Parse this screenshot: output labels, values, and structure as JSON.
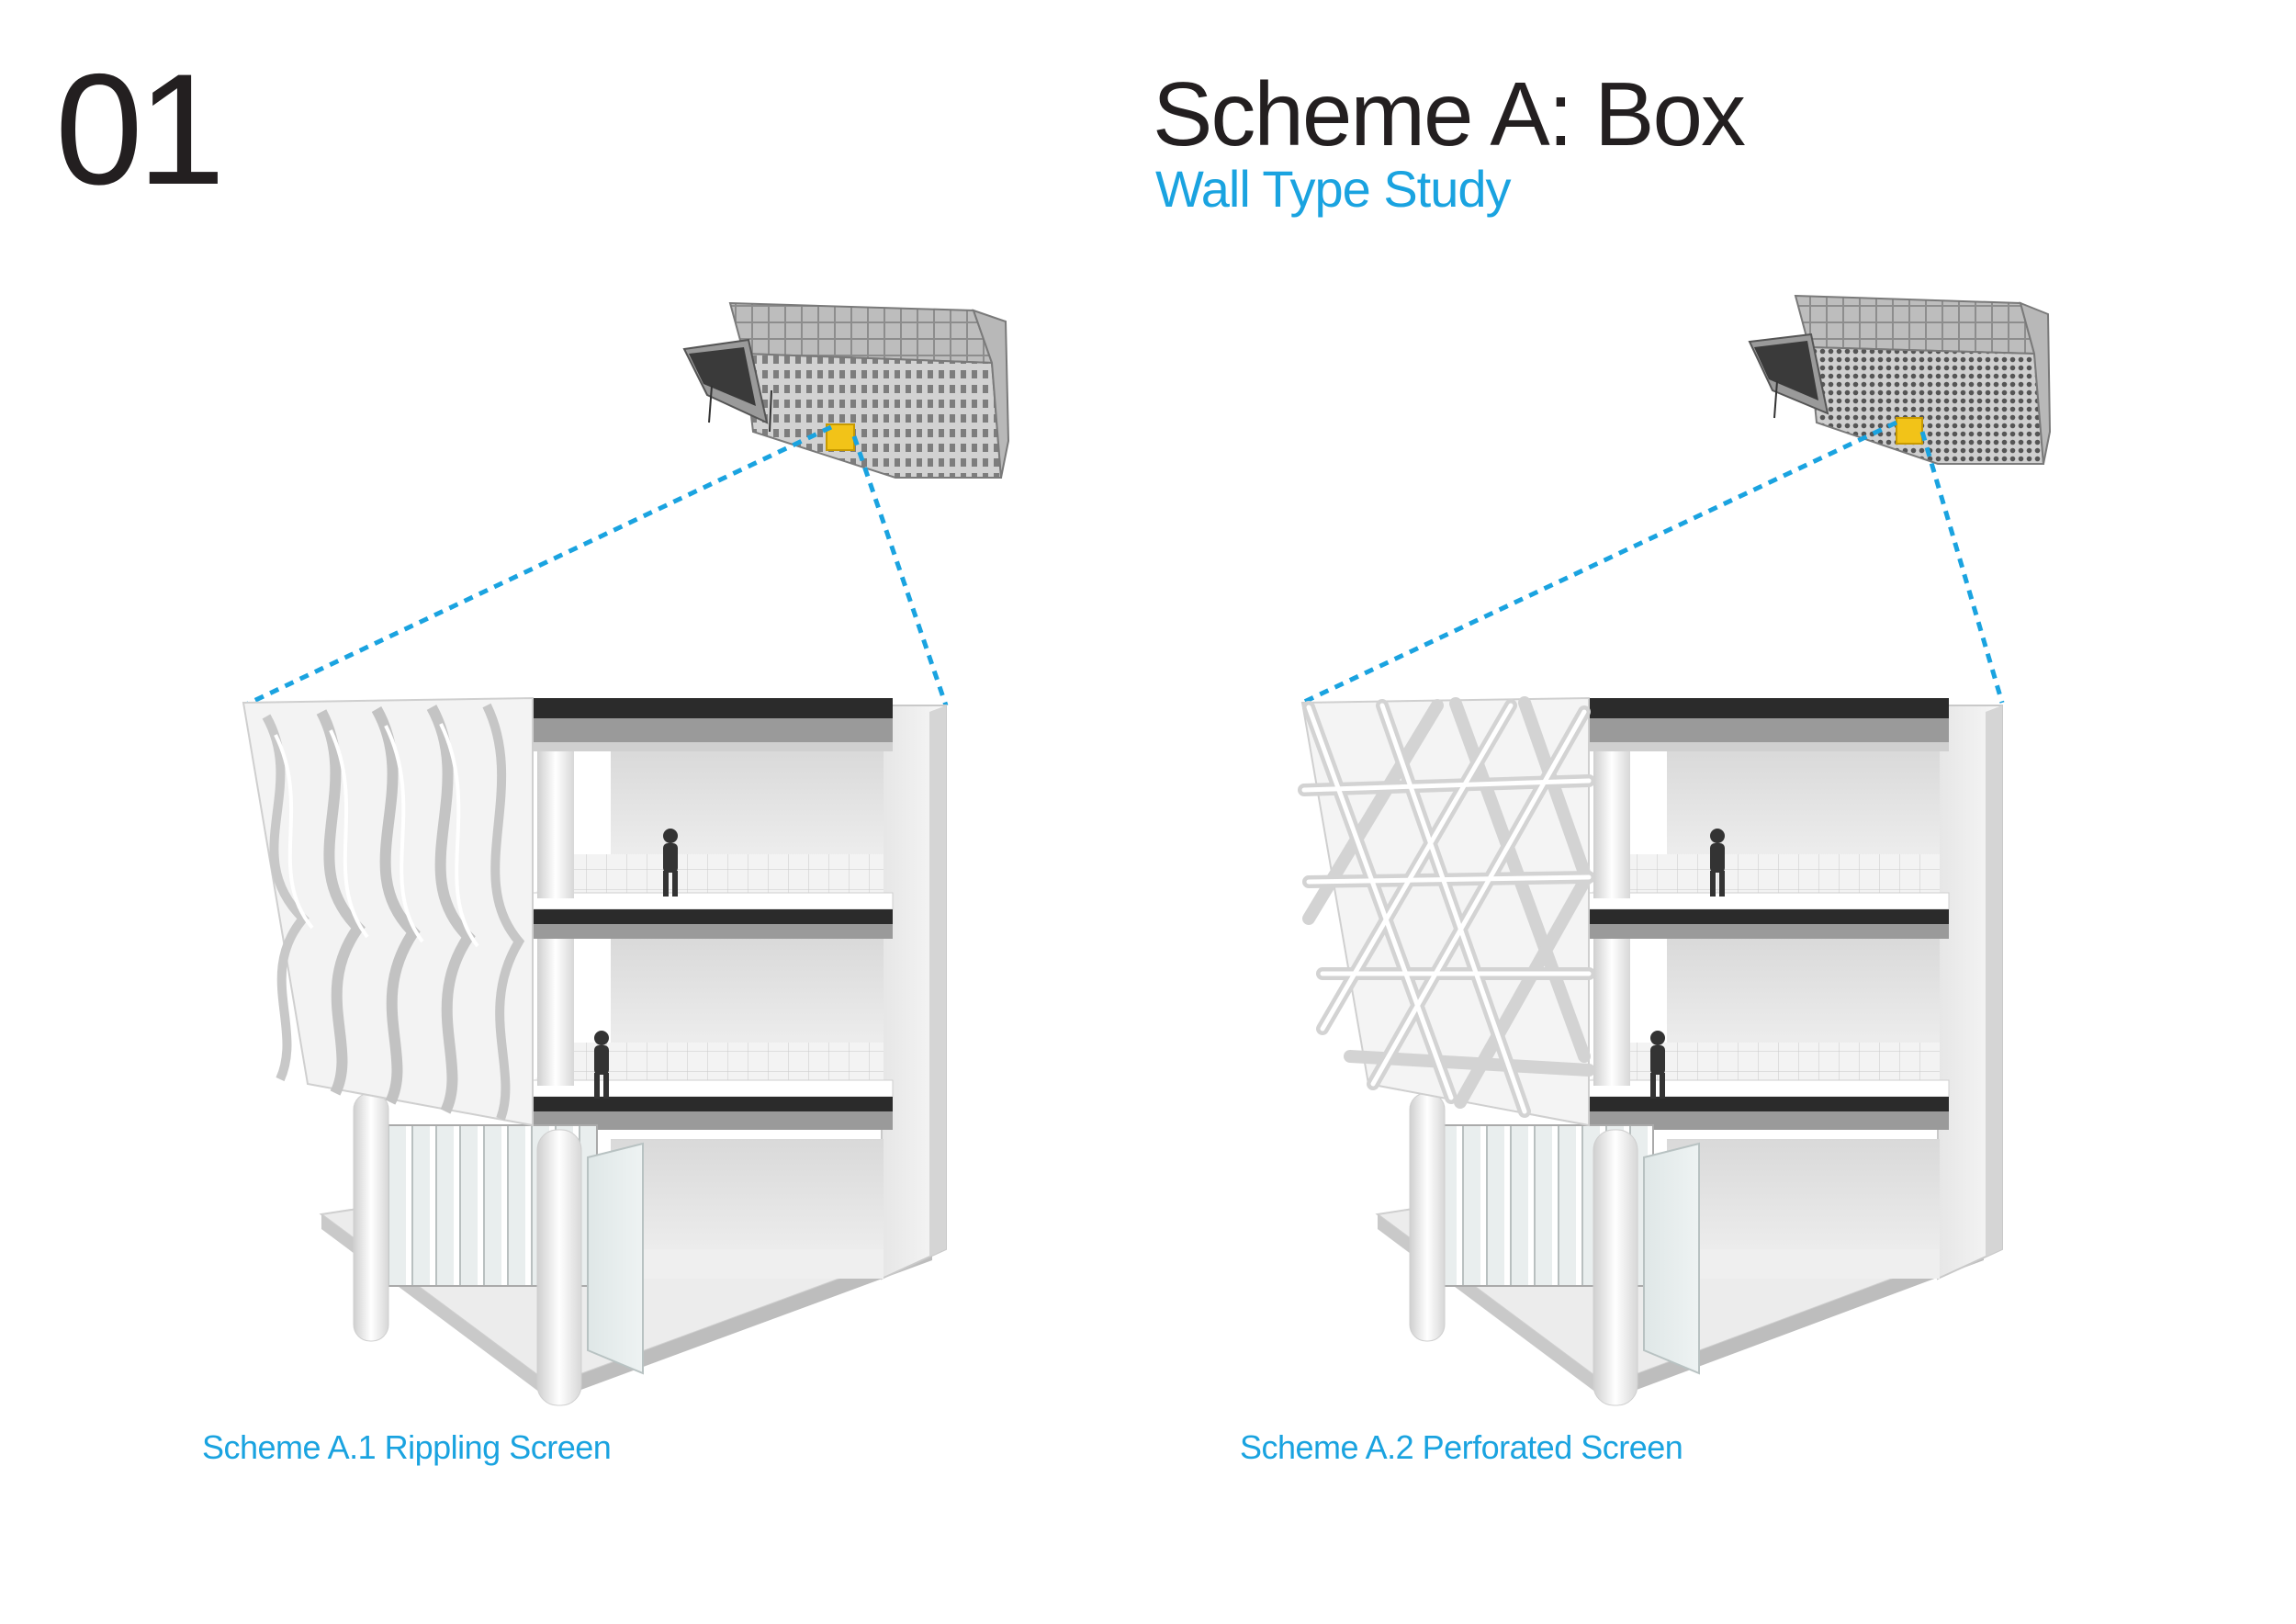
{
  "header": {
    "sheet_number": "01",
    "title": "Scheme A: Box",
    "subtitle": "Wall Type Study"
  },
  "schemes": [
    {
      "caption": "Scheme A.1 Rippling Screen",
      "screen_type": "rippling"
    },
    {
      "caption": "Scheme A.2 Perforated Screen",
      "screen_type": "perforated"
    }
  ],
  "colors": {
    "heading": "#231f20",
    "accent": "#1aa3e0",
    "highlight": "#f2c318",
    "slab_dark": "#2b2b2b"
  }
}
